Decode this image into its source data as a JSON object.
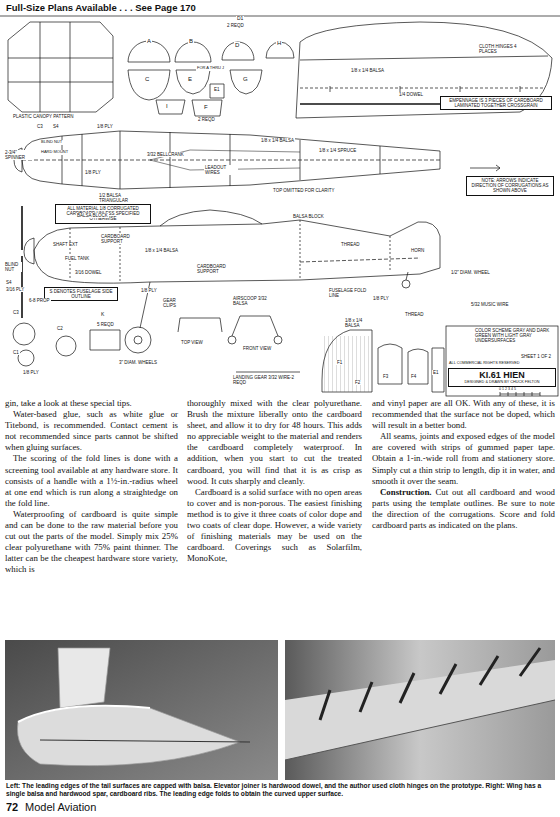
{
  "diagram": {
    "title": "Full-Size Plans Available . . . See Page 170",
    "caption": "Left: The leading edges of the tail surfaces are capped with balsa. Elevator joiner is hardwood dowel, and the author used cloth hinges on the prototype. Right: Wing has a single balsa and hardwood spar, cardboard ribs. The leading edge folds to obtain the curved upper surface.",
    "nodes": [
      {
        "text": [
          "EMPENNAGE IS 3 PIECES OF CARDBOARD LAMINATED TOGETHER CROSSGRAIN"
        ]
      },
      {
        "text": [
          "ALL MATERIAL 1/8 CORRUGATED CARDBOARD UNLESS SPECIFIED OTHERWISE"
        ]
      },
      {
        "text": [
          "NOTE: ARROWS INDICATE DIRECTION OF CORRUGATIONS AS SHOWN ABOVE"
        ]
      },
      {
        "text": [
          "S DENOTES FUSELAGE SIDE OUTLINE"
        ]
      },
      {
        "text": [
          "KI.61 HIEN",
          "DESIGNED & DRAWN BY CHUCK FELTON"
        ]
      }
    ],
    "labels": [
      "PLASTIC CANOPY PATTERN",
      "A",
      "B",
      "D1",
      "2 REQD",
      "D",
      "H",
      "C",
      "E",
      "E1",
      "FOR A THRU J",
      "G",
      "I",
      "F",
      "2 REQD",
      "1/8 x 1/4 BALSA",
      "CLOTH HINGES 4 PLACES",
      "1/4 DOWEL",
      "C3",
      "S4",
      "2-3/4\" SPINNER",
      "BLIND NUT",
      "HARD MOUNT",
      "1/8 PLY",
      "1/8 PLY",
      "3/32 BELLCRANK",
      "1/8 x 1/4 BALSA",
      "1/8 x 1/4 SPRUCE",
      "1/2 BALSA TRIANGULAR",
      "LEADOUT WIRES",
      "TOP OMITTED FOR CLARITY",
      "BALSA BLOCK",
      "SHAFT EXT",
      "CARDBOARD SUPPORT",
      "FUEL TANK",
      "1/8 x 1/4 BALSA",
      "CARDBOARD SUPPORT",
      "3/16 DOWEL",
      "BALSA BLOCK",
      "THREAD",
      "HORN",
      "1/8 PLY",
      "AIRSCOOP 3/32 BALSA",
      "FUSELAGE FOLD LINE",
      "1/8 PLY",
      "5/32 MUSIC WIRE",
      "1/2\" DIAM. WHEEL",
      "THREAD",
      "BLIND NUT",
      "6-8 PROP",
      "S4",
      "3/16 PLY",
      "C3",
      "C2",
      "C1",
      "1/8 PLY",
      "K",
      "5 REQD",
      "GEAR CLIPS",
      "TOP VIEW",
      "FRONT VIEW",
      "3\" DIAM. WHEELS",
      "LANDING GEAR 3/32 WIRE-2 REQD",
      "1/8 x 1/4 BALSA",
      "F1",
      "F2",
      "F3",
      "F4",
      "E1",
      "COLOR SCHEME GRAY AND DARK GREEN WITH LIGHT GRAY UNDERSURFACES",
      "SHEET 1 OF 2",
      "ALL COMMERCIAL RIGHTS RESERVED",
      "0 1 2 3 4 5",
      "gin, take a look at these special tips.",
      "Water-based glue, such as white glue or Titebond, is recommended. Contact cement is not recommended since parts cannot be shifted when gluing surfaces.",
      "The scoring of the fold lines is done with a screening tool available at any hardware store. It consists of a handle with a 1½-in.-radius wheel at one end which is run along a straightedge on the fold line.",
      "Waterproofing of cardboard is quite simple and can be done to the raw material before you cut out the parts of the model. Simply mix 25% clear polyurethane with 75% paint thinner. The latter can be the cheapest hardware store variety, which is",
      "thoroughly mixed with the clear polyurethane. Brush the mixture liberally onto the cardboard sheet, and allow it to dry for 48 hours. This adds no appreciable weight to the material and renders the cardboard completely waterproof. In addition, when you start to cut the treated cardboard, you will find that it is as crisp as wood. It cuts sharply and cleanly.",
      "Cardboard is a solid surface with no open areas to cover and is non-porous. The easiest finishing method is to give it three coats of color dope and two coats of clear dope. However, a wide variety of finishing materials may be used on the cardboard. Coverings such as Solarfilm, MonoKote,",
      "and vinyl paper are all OK. With any of these, it is recommended that the surface not be doped, which will result in a better bond.",
      "All seams, joints and exposed edges of the model are covered with strips of gummed paper tape. Obtain a 1-in.-wide roll from and stationery store. Simply cut a thin strip to length, dip it in water, and smooth it over the seam.",
      "Construction.",
      "Cut out all cardboard and wood parts using the template outlines. Be sure to note the direction of the corrugations. Score and fold cardboard parts as indicated on the plans.",
      "72",
      "Model Aviation"
    ]
  }
}
